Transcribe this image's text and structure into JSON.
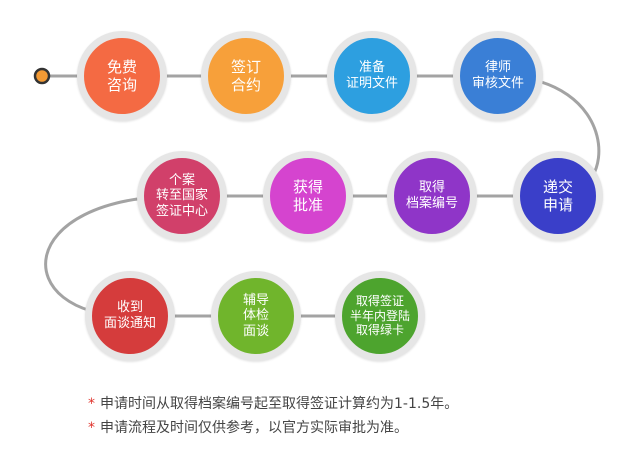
{
  "colors": {
    "line": "#a3a3a3",
    "start_dot": "#f39a34",
    "ring": "#e6e6e6",
    "star": "#e0332c"
  },
  "steps": [
    {
      "label": "免费\n咨询",
      "color": "#f46a43"
    },
    {
      "label": "签订\n合约",
      "color": "#f7a03a"
    },
    {
      "label": "准备\n证明文件",
      "color": "#2d9fe0"
    },
    {
      "label": "律师\n审核文件",
      "color": "#3a7fd6"
    },
    {
      "label": "递交\n申请",
      "color": "#3a3fc9"
    },
    {
      "label": "取得\n档案编号",
      "color": "#8f35c8"
    },
    {
      "label": "获得\n批准",
      "color": "#d544cf"
    },
    {
      "label": "个案\n转至国家\n签证中心",
      "color": "#d1406a"
    },
    {
      "label": "收到\n面谈通知",
      "color": "#d53c3c"
    },
    {
      "label": "辅导\n体检\n面谈",
      "color": "#70b52c"
    },
    {
      "label": "取得签证\n半年内登陆\n取得绿卡",
      "color": "#4da42e"
    }
  ],
  "notes": {
    "star": "*",
    "line1": "申请时间从取得档案编号起至取得签证计算约为1-1.5年。",
    "line2": "申请流程及时间仅供参考，以官方实际审批为准。"
  }
}
